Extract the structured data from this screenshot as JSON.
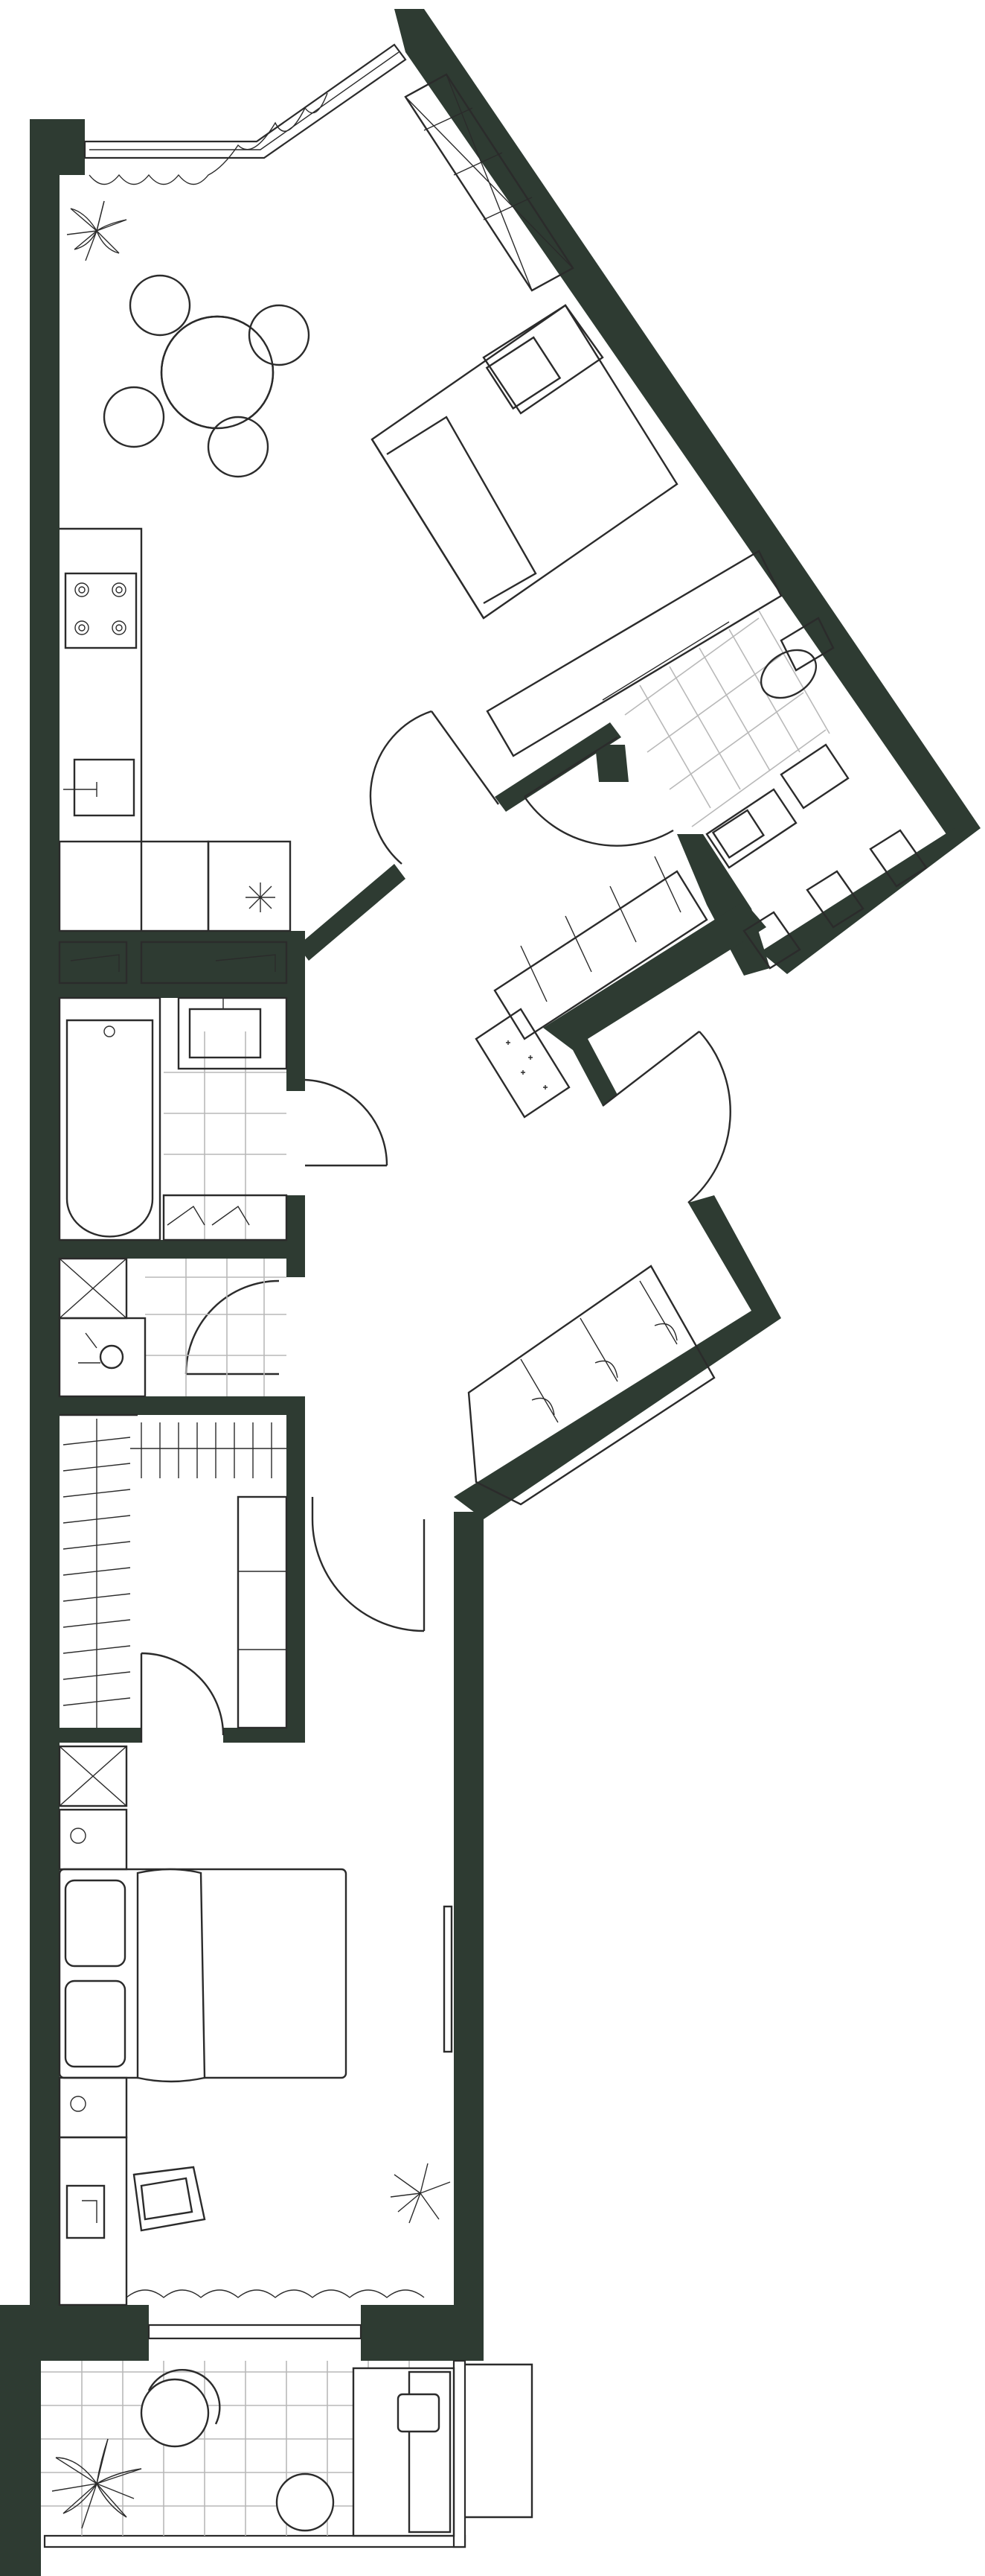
{
  "colors": {
    "wall": "#2e3b32",
    "line": "#2b2b2b",
    "tile": "#b9b9b9",
    "background": "#ffffff"
  },
  "rooms": [
    "kitchen-living",
    "bathroom",
    "toilet",
    "wardrobe",
    "bedroom",
    "balcony",
    "hall",
    "bathroom-2"
  ],
  "furniture_icons": [
    "dining-table-icon",
    "chair-icon",
    "sofa-icon",
    "cooktop-icon",
    "sink-icon",
    "plant-icon",
    "bathtub-icon",
    "toilet-icon",
    "washing-machine-icon",
    "bed-icon",
    "armchair-icon",
    "wardrobe-icon",
    "tv-icon",
    "door-icon",
    "window-icon"
  ]
}
